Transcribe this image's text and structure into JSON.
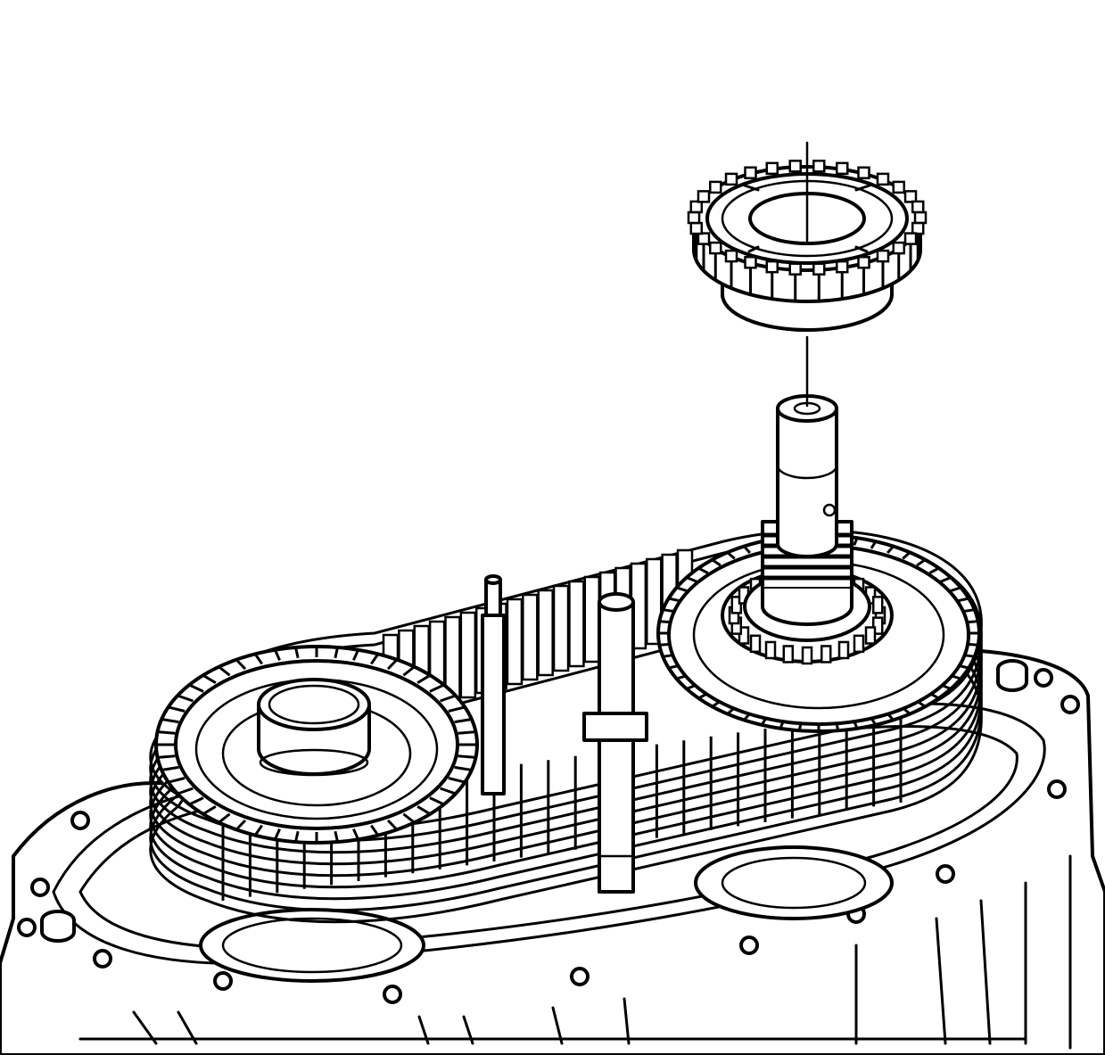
{
  "figure": {
    "colors": {
      "ink": "#000000",
      "paper": "#ffffff"
    },
    "parts": [
      {
        "id": "upper-gear",
        "icon": "spur-gear-icon"
      },
      {
        "id": "shaft",
        "icon": "shaft-icon"
      },
      {
        "id": "drive-chain",
        "icon": "chain-icon"
      },
      {
        "id": "front-sprocket",
        "icon": "sprocket-icon"
      },
      {
        "id": "rear-sprocket",
        "icon": "sprocket-icon"
      },
      {
        "id": "transfer-case-housing",
        "icon": "housing-icon"
      },
      {
        "id": "guide-pins",
        "icon": "pin-icon"
      }
    ]
  }
}
